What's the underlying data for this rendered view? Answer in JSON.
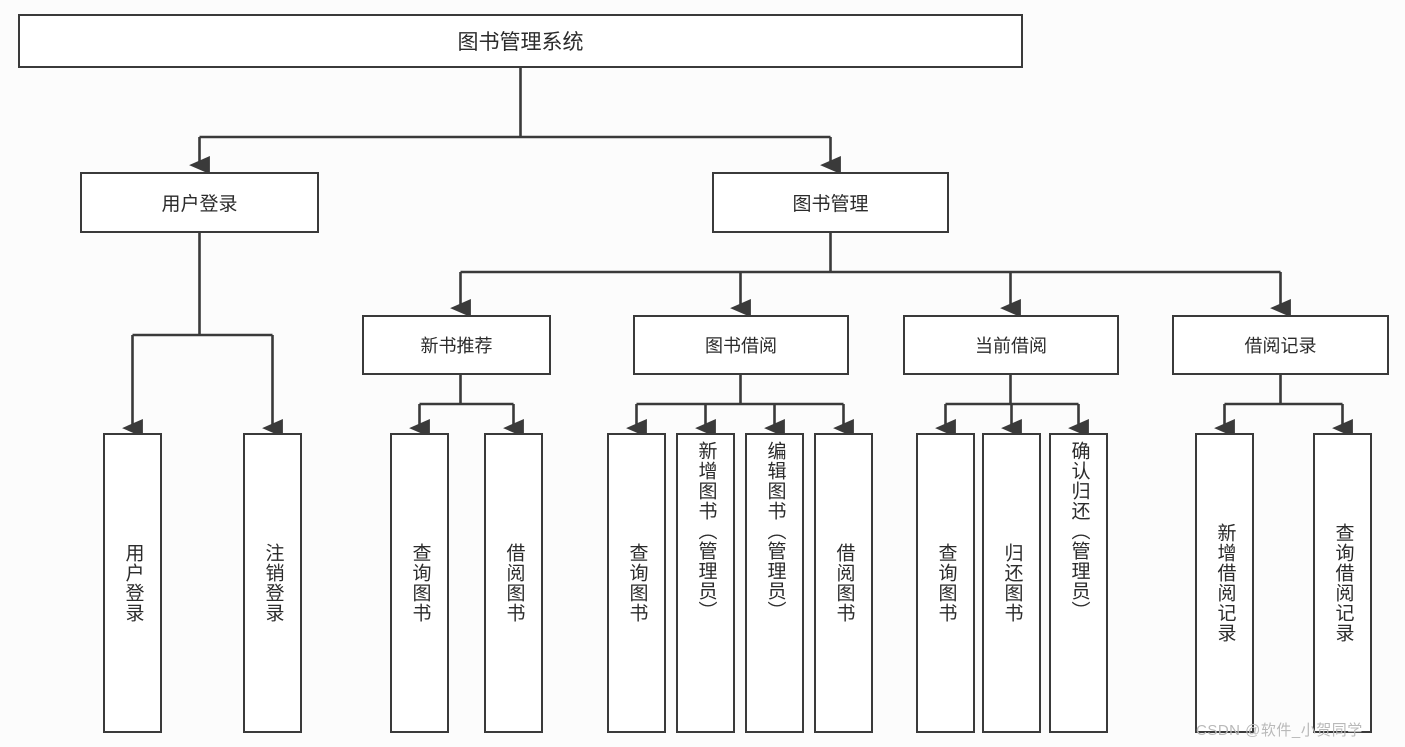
{
  "diagram": {
    "type": "tree-hierarchy-chart",
    "title": "图书管理系统",
    "background_color": "#fcfcfc",
    "box_border_color": "#3a3a3a",
    "box_fill_color": "#ffffff",
    "text_color": "#2b2b2b",
    "connector_color": "#3a3a3a"
  },
  "root": {
    "label": "图书管理系统"
  },
  "level1": [
    {
      "label": "用户登录"
    },
    {
      "label": "图书管理"
    }
  ],
  "level2": [
    {
      "label": "新书推荐"
    },
    {
      "label": "图书借阅"
    },
    {
      "label": "当前借阅"
    },
    {
      "label": "借阅记录"
    }
  ],
  "leaves": {
    "user_login": [
      {
        "label": "用户登录"
      },
      {
        "label": "注销登录"
      }
    ],
    "new_book_recommend": [
      {
        "label": "查询图书"
      },
      {
        "label": "借阅图书"
      }
    ],
    "book_borrow": [
      {
        "label": "查询图书"
      },
      {
        "label": "新增图书（管理员）"
      },
      {
        "label": "编辑图书（管理员）"
      },
      {
        "label": "借阅图书"
      }
    ],
    "current_borrow": [
      {
        "label": "查询图书"
      },
      {
        "label": "归还图书"
      },
      {
        "label": "确认归还（管理员）"
      }
    ],
    "borrow_record": [
      {
        "label": "新增借阅记录"
      },
      {
        "label": "查询借阅记录"
      }
    ]
  },
  "watermark": {
    "text": "CSDN @软件_小贺同学"
  }
}
